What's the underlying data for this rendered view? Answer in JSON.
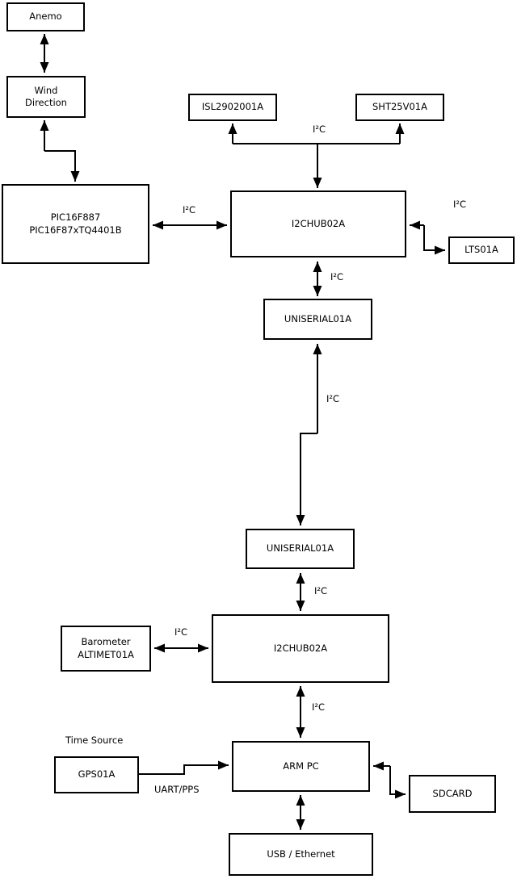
{
  "diagram": {
    "nodes": {
      "anemo": {
        "label": "Anemo"
      },
      "wind_direction": {
        "line1": "Wind",
        "line2": "Direction"
      },
      "pic": {
        "line1": "PIC16F887",
        "line2": "PIC16F87xTQ4401B"
      },
      "isl": {
        "label": "ISL2902001A"
      },
      "sht": {
        "label": "SHT25V01A"
      },
      "i2chub_top": {
        "label": "I2CHUB02A"
      },
      "lts": {
        "label": "LTS01A"
      },
      "uniserial_top": {
        "label": "UNISERIAL01A"
      },
      "uniserial_bottom": {
        "label": "UNISERIAL01A"
      },
      "i2chub_bottom": {
        "label": "I2CHUB02A"
      },
      "barometer": {
        "line1": "Barometer",
        "line2": "ALTIMET01A"
      },
      "gps": {
        "label": "GPS01A"
      },
      "arm_pc": {
        "label": "ARM PC"
      },
      "sdcard": {
        "label": "SDCARD"
      },
      "usb_ethernet": {
        "label": "USB / Ethernet"
      }
    },
    "edge_labels": {
      "i2c_sensor_bus": "I²C",
      "i2c_pic_hub": "I²C",
      "i2c_lts": "I²C",
      "i2c_hub_uniserial": "I²C",
      "i2c_long_link": "I²C",
      "i2c_uniserial_hub2": "I²C",
      "i2c_barometer": "I²C",
      "i2c_hub2_armpc": "I²C",
      "uart_pps": "UART/PPS",
      "time_source": "Time Source"
    },
    "colors": {
      "background": "#ffffff",
      "line": "#000000",
      "box_border": "#000000"
    }
  }
}
